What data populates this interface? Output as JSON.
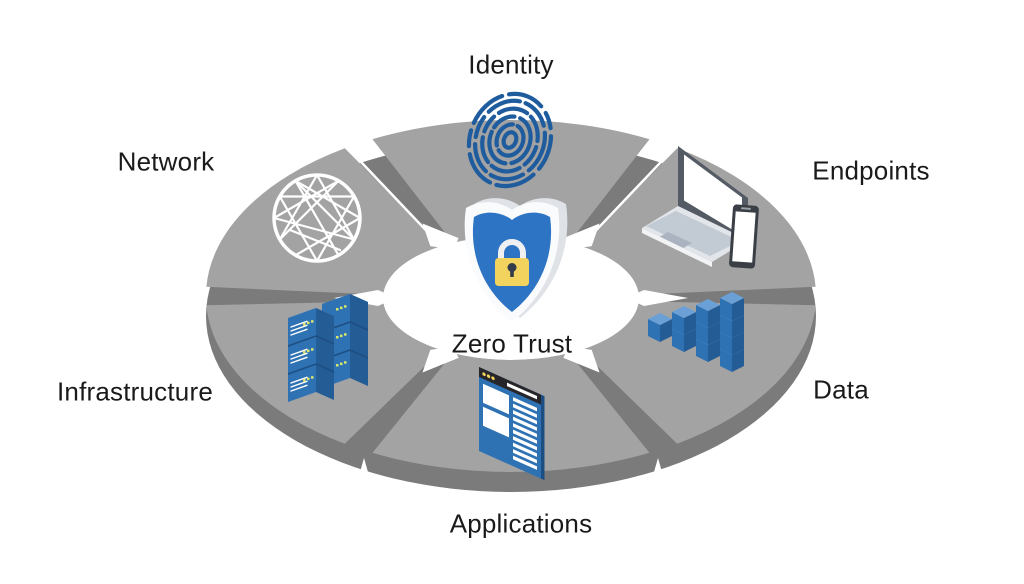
{
  "diagram": {
    "title": "Zero Trust security model wheel",
    "center_label": "Zero Trust",
    "center_icon": "shield-lock-icon",
    "segments": [
      {
        "label": "Identity",
        "icon": "fingerprint-icon",
        "position": "top"
      },
      {
        "label": "Endpoints",
        "icon": "laptop-phone-icon",
        "position": "top-right"
      },
      {
        "label": "Data",
        "icon": "data-cubes-icon",
        "position": "bottom-right"
      },
      {
        "label": "Applications",
        "icon": "app-window-icon",
        "position": "bottom"
      },
      {
        "label": "Infrastructure",
        "icon": "server-rack-icon",
        "position": "bottom-left"
      },
      {
        "label": "Network",
        "icon": "network-sphere-icon",
        "position": "top-left"
      }
    ],
    "colors": {
      "background": "#ffffff",
      "ring_top": "#a3a3a3",
      "ring_side": "#7b7b7b",
      "icon_blue": "#2e72b4",
      "icon_blue_dark": "#245c95",
      "icon_blue_light": "#6ba0d6",
      "fingerprint_blue": "#1f5c9e",
      "shield_blue": "#2e74c4",
      "lock_yellow": "#f1d35e",
      "text": "#1a1a1a"
    }
  }
}
